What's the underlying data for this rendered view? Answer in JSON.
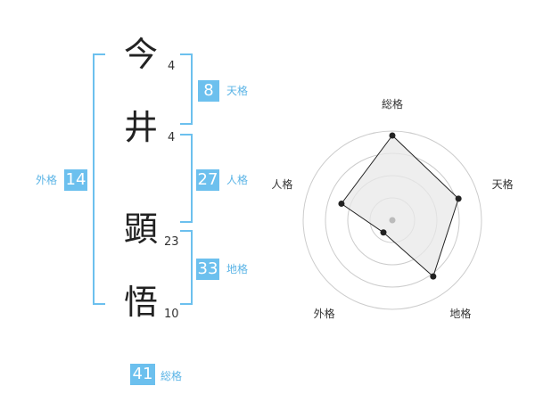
{
  "name": {
    "chars": [
      {
        "char": "今",
        "strokes": "4"
      },
      {
        "char": "井",
        "strokes": "4"
      },
      {
        "char": "顕",
        "strokes": "23"
      },
      {
        "char": "悟",
        "strokes": "10"
      }
    ]
  },
  "kaku": {
    "tenkaku": {
      "value": "8",
      "label": "天格"
    },
    "jinkaku": {
      "value": "27",
      "label": "人格"
    },
    "chikaku": {
      "value": "33",
      "label": "地格"
    },
    "gaikaku": {
      "value": "14",
      "label": "外格"
    },
    "soukaku": {
      "value": "41",
      "label": "総格"
    }
  },
  "chart_data": {
    "type": "radar",
    "axes": [
      "総格",
      "天格",
      "地格",
      "外格",
      "人格"
    ],
    "values": [
      0.95,
      0.78,
      0.78,
      0.17,
      0.6
    ],
    "rings": 4,
    "fill_color": "#e8e8e8",
    "line_color": "#222222",
    "ring_color": "#cccccc"
  }
}
